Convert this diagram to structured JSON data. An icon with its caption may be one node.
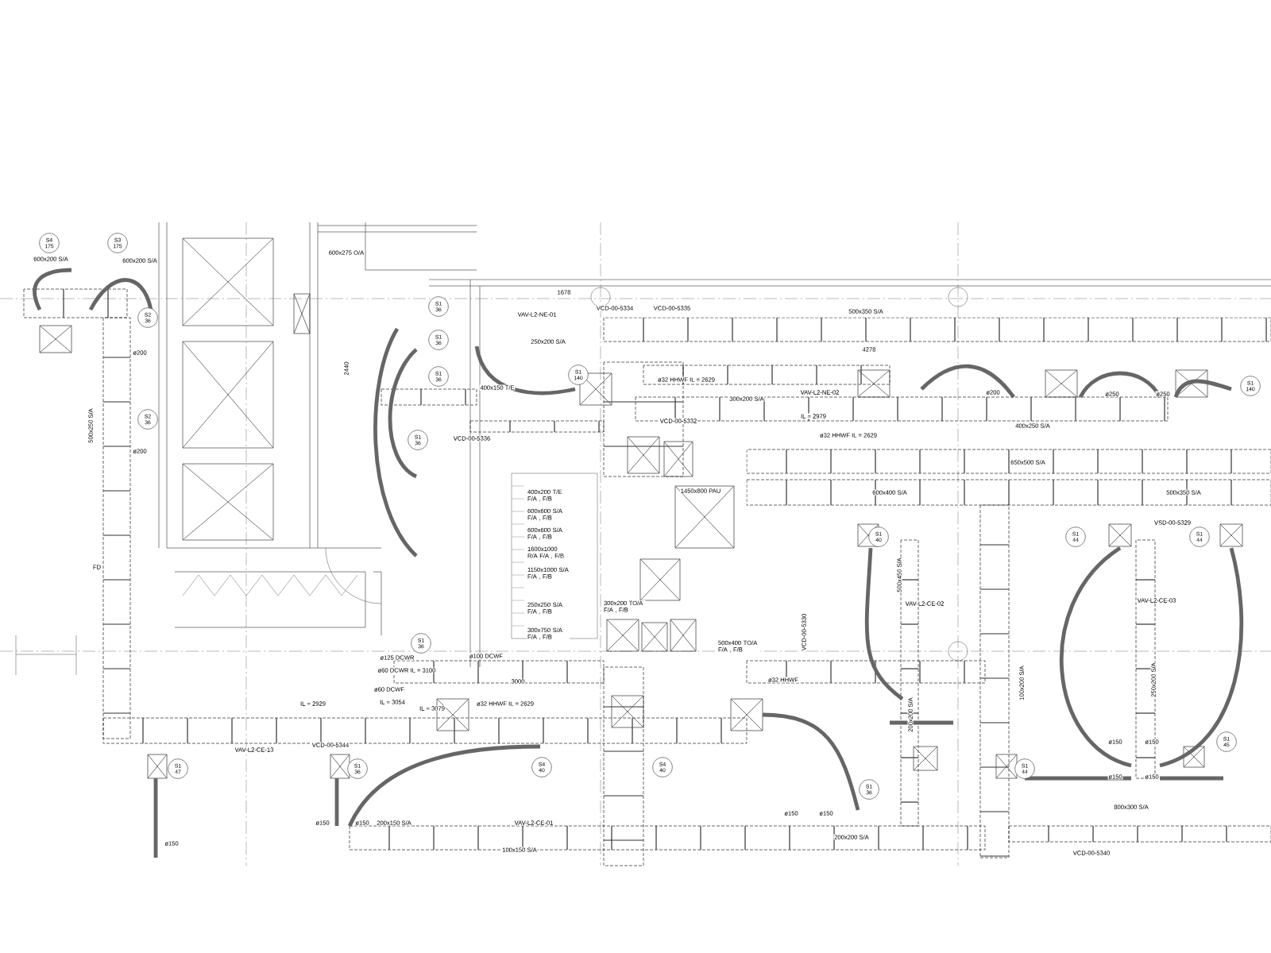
{
  "diagram": {
    "nodes": [
      {
        "text": [
          "S4 175"
        ]
      },
      {
        "text": [
          "S3 175"
        ]
      },
      {
        "text": [
          "S2 36"
        ]
      },
      {
        "text": [
          "S2 36"
        ]
      },
      {
        "text": [
          "S1 36"
        ]
      },
      {
        "text": [
          "S1 36"
        ]
      },
      {
        "text": [
          "S1 36"
        ]
      },
      {
        "text": [
          "S1 36"
        ]
      },
      {
        "text": [
          "S1 140"
        ]
      },
      {
        "text": [
          "S1 140"
        ]
      },
      {
        "text": [
          "S1 40"
        ]
      },
      {
        "text": [
          "S1 44"
        ]
      },
      {
        "text": [
          "S1 44"
        ]
      },
      {
        "text": [
          "S1 36"
        ]
      },
      {
        "text": [
          "S1 47"
        ]
      },
      {
        "text": [
          "S1 36"
        ]
      },
      {
        "text": [
          "S4 40"
        ]
      },
      {
        "text": [
          "S4 40"
        ]
      },
      {
        "text": [
          "S1 36"
        ]
      },
      {
        "text": [
          "S1 44"
        ]
      },
      {
        "text": [
          "S1 45"
        ]
      }
    ],
    "labels": [
      "600x200 S/A",
      "600x200 S/A",
      "600x275 O/A",
      "500x250 S/A",
      "ø200",
      "ø200",
      "2440",
      "1678",
      "VAV-L2-NE-01",
      "VCD-00-5334",
      "VCD-00-5335",
      "250x200 S/A",
      "400x150 T/E",
      "VCD-00-5336",
      "ø32 HHWF IL = 2629",
      "300x200 S/A",
      "VAV-L2-NE-02",
      "VCD-00-5332",
      "IL = 2979",
      "1450x800 PAU",
      "500x350 S/A",
      "4278",
      "ø200",
      "ø250",
      "ø250",
      "400x250 S/A",
      "ø32 HHWF IL = 2629",
      "650x500 S/A",
      "600x400 S/A",
      "500x350 S/A",
      "VSD-00-5329",
      "400x200 T/E F/A , F/B",
      "600x600 S/A F/A , F/B",
      "600x600 S/A F/A , F/B",
      "1600x1000 R/A F/A , F/B",
      "1150x1000 S/A F/A , F/B",
      "250x250 S/A F/A , F/B",
      "300x750 S/A F/A , F/B",
      "300x200 TO/A F/A , F/B",
      "500x400 TO/A F/A , F/B",
      "VCD-00-5330",
      "ø32 HHWF",
      "ø100 DCWF",
      "3000",
      "ø32 HHWF IL = 2629",
      "ø125 DCWR",
      "ø60 DCWR IL = 3100",
      "ø60 DCWF",
      "IL = 2929",
      "IL = 3054",
      "IL = 3079",
      "VAV-L2-CE-13",
      "VCD-00-5344",
      "ø150",
      "ø150",
      "ø150",
      "200x150 S/A",
      "VAV-L2-CE-01",
      "100x150 S/A",
      "ø150",
      "ø150",
      "200x200 S/A",
      "VAV-L2-CE-02",
      "200x200 S/A",
      "100x200 S/A",
      "VAV-L2-CE-03",
      "250x200 S/A",
      "ø150",
      "ø150",
      "ø150",
      "ø150",
      "800x300 S/A",
      "VCD-00-5340",
      "FD",
      "500x450 S/A"
    ]
  }
}
